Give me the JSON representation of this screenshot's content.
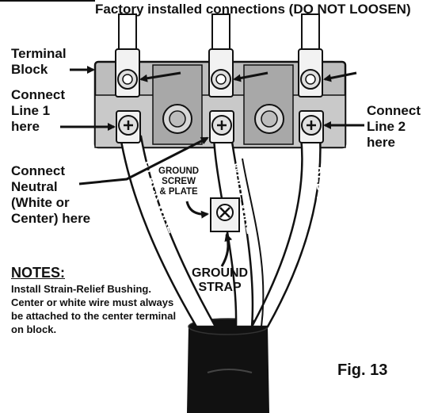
{
  "header": {
    "factory_label": "Factory installed connections (DO NOT LOOSEN)"
  },
  "labels": {
    "terminal_block": [
      "Terminal",
      "Block"
    ],
    "connect_line1": [
      "Connect",
      "Line 1",
      "here"
    ],
    "connect_line2": [
      "Connect",
      "Line 2",
      "here"
    ],
    "connect_neutral": [
      "Connect",
      "Neutral",
      "(White or",
      "Center) here"
    ],
    "ground_screw_plate": [
      "GROUND",
      "SCREW",
      "& PLATE"
    ],
    "ground_strap": [
      "GROUND",
      "STRAP"
    ]
  },
  "wires": {
    "black": "BLACK WIRE",
    "white": "WHITE WIRE",
    "neutral": "(NEUTRAL)",
    "red": "RED WIRE"
  },
  "notes": {
    "heading": "NOTES:",
    "body": "Install Strain-Relief Bushing. Center or white wire must always be attached to the center terminal on block."
  },
  "figure": {
    "label": "Fig. 13"
  },
  "colors": {
    "ink": "#111111",
    "block_gray": "#bdbdbd",
    "block_dark": "#8c8c8c",
    "wire_fill": "#ffffff",
    "cable_black": "#111111"
  }
}
